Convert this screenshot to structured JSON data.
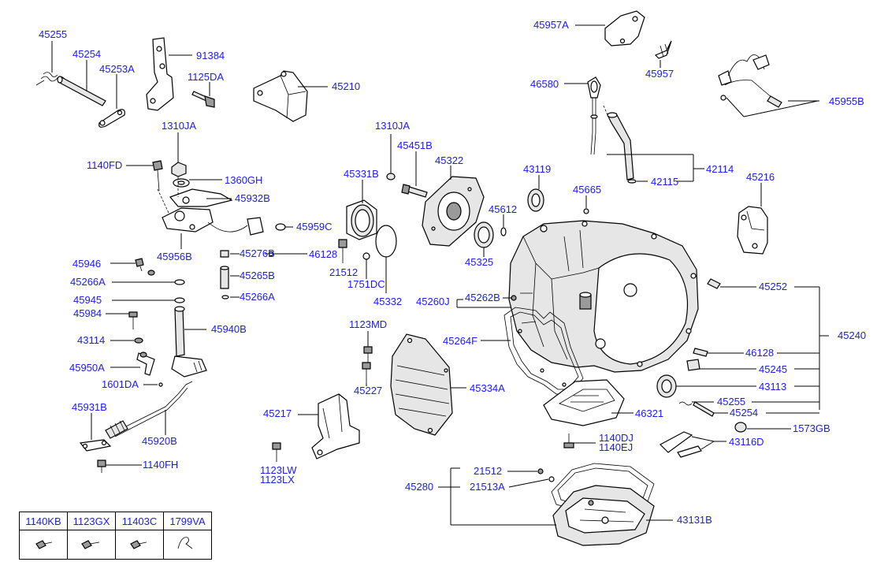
{
  "part_labels": {
    "p45255_top": "45255",
    "p45254_top": "45254",
    "p45253A": "45253A",
    "p91384": "91384",
    "p1125DA": "1125DA",
    "p45210": "45210",
    "p1310JA_a": "1310JA",
    "p1140FD": "1140FD",
    "p1360GH": "1360GH",
    "p45932B": "45932B",
    "p45959C": "45959C",
    "p45956B": "45956B",
    "p45946": "45946",
    "p45276B": "45276B",
    "p46128_a": "46128",
    "p45266A_a": "45266A",
    "p45265B": "45265B",
    "p45945": "45945",
    "p45266A_b": "45266A",
    "p45984": "45984",
    "p45940B": "45940B",
    "p43114": "43114",
    "p45950A": "45950A",
    "p1601DA": "1601DA",
    "p45931B": "45931B",
    "p45920B": "45920B",
    "p1140FH": "1140FH",
    "p1310JA_b": "1310JA",
    "p45451B": "45451B",
    "p45331B": "45331B",
    "p45322": "45322",
    "p21512_a": "21512",
    "p1751DC": "1751DC",
    "p45332": "45332",
    "p45325": "45325",
    "p43119": "43119",
    "p45612": "45612",
    "p45957A": "45957A",
    "p45957": "45957",
    "p45955B": "45955B",
    "p46580": "46580",
    "p42114": "42114",
    "p42115": "42115",
    "p45665": "45665",
    "p45216": "45216",
    "p45260J": "45260J",
    "p45262B": "45262B",
    "p1123MD": "1123MD",
    "p45264F": "45264F",
    "p45227": "45227",
    "p45334A": "45334A",
    "p45217": "45217",
    "p1123LW": "1123LW",
    "p1123LX": "1123LX",
    "p45252": "45252",
    "p45240": "45240",
    "p46128_b": "46128",
    "p45245": "45245",
    "p43113": "43113",
    "p45255_b": "45255",
    "p45254_b": "45254",
    "p46321": "46321",
    "p1573GB": "1573GB",
    "p1140DJ": "1140DJ",
    "p1140EJ": "1140EJ",
    "p43116D": "43116D",
    "p45280": "45280",
    "p21512_b": "21512",
    "p21513A": "21513A",
    "p43131B": "43131B"
  },
  "legend": {
    "headers": [
      "1140KB",
      "1123GX",
      "11403C",
      "1799VA"
    ]
  },
  "colors": {
    "label": "#1a1aff",
    "line": "#000000",
    "background": "#ffffff"
  }
}
